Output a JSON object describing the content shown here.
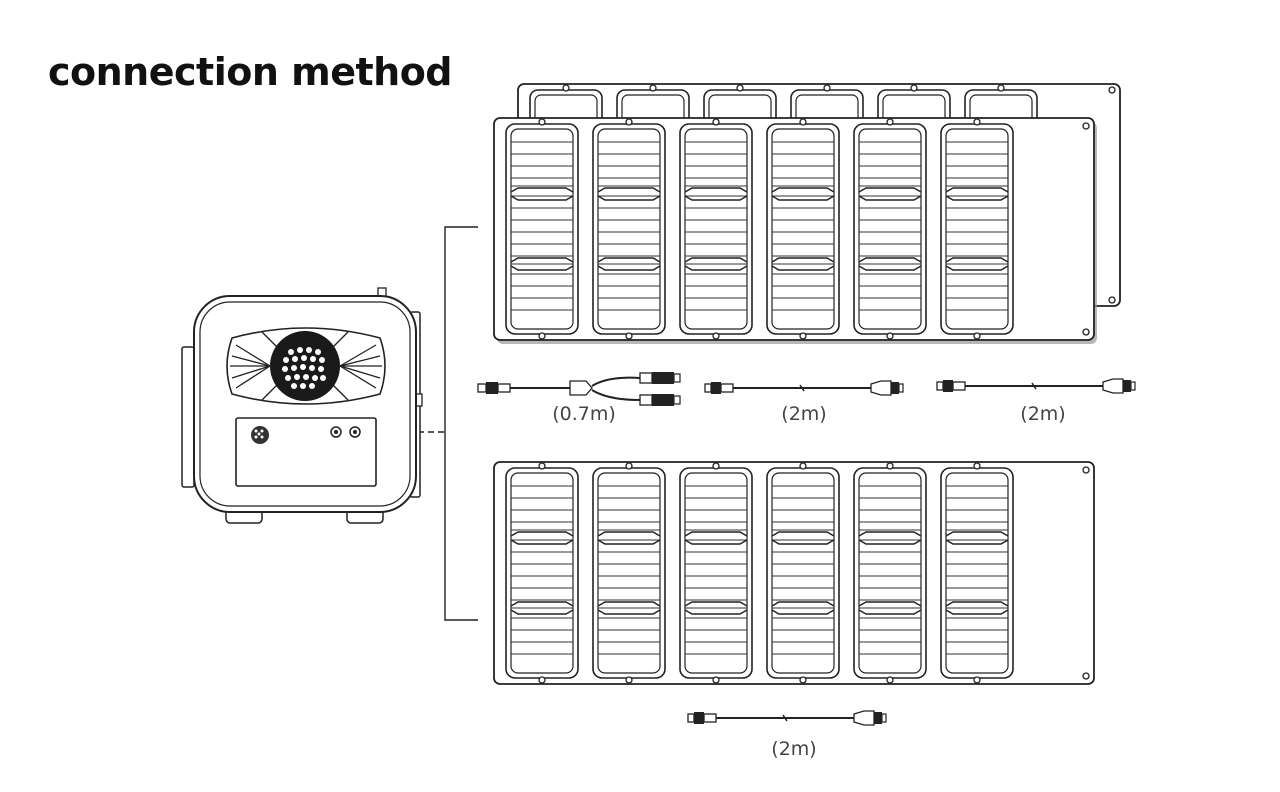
{
  "title": "connection method",
  "cables": [
    {
      "id": "splitter",
      "length": "(0.7m)"
    },
    {
      "id": "extension-1",
      "length": "(2m)"
    },
    {
      "id": "extension-2",
      "length": "(2m)"
    },
    {
      "id": "extension-3",
      "length": "(2m)"
    }
  ]
}
